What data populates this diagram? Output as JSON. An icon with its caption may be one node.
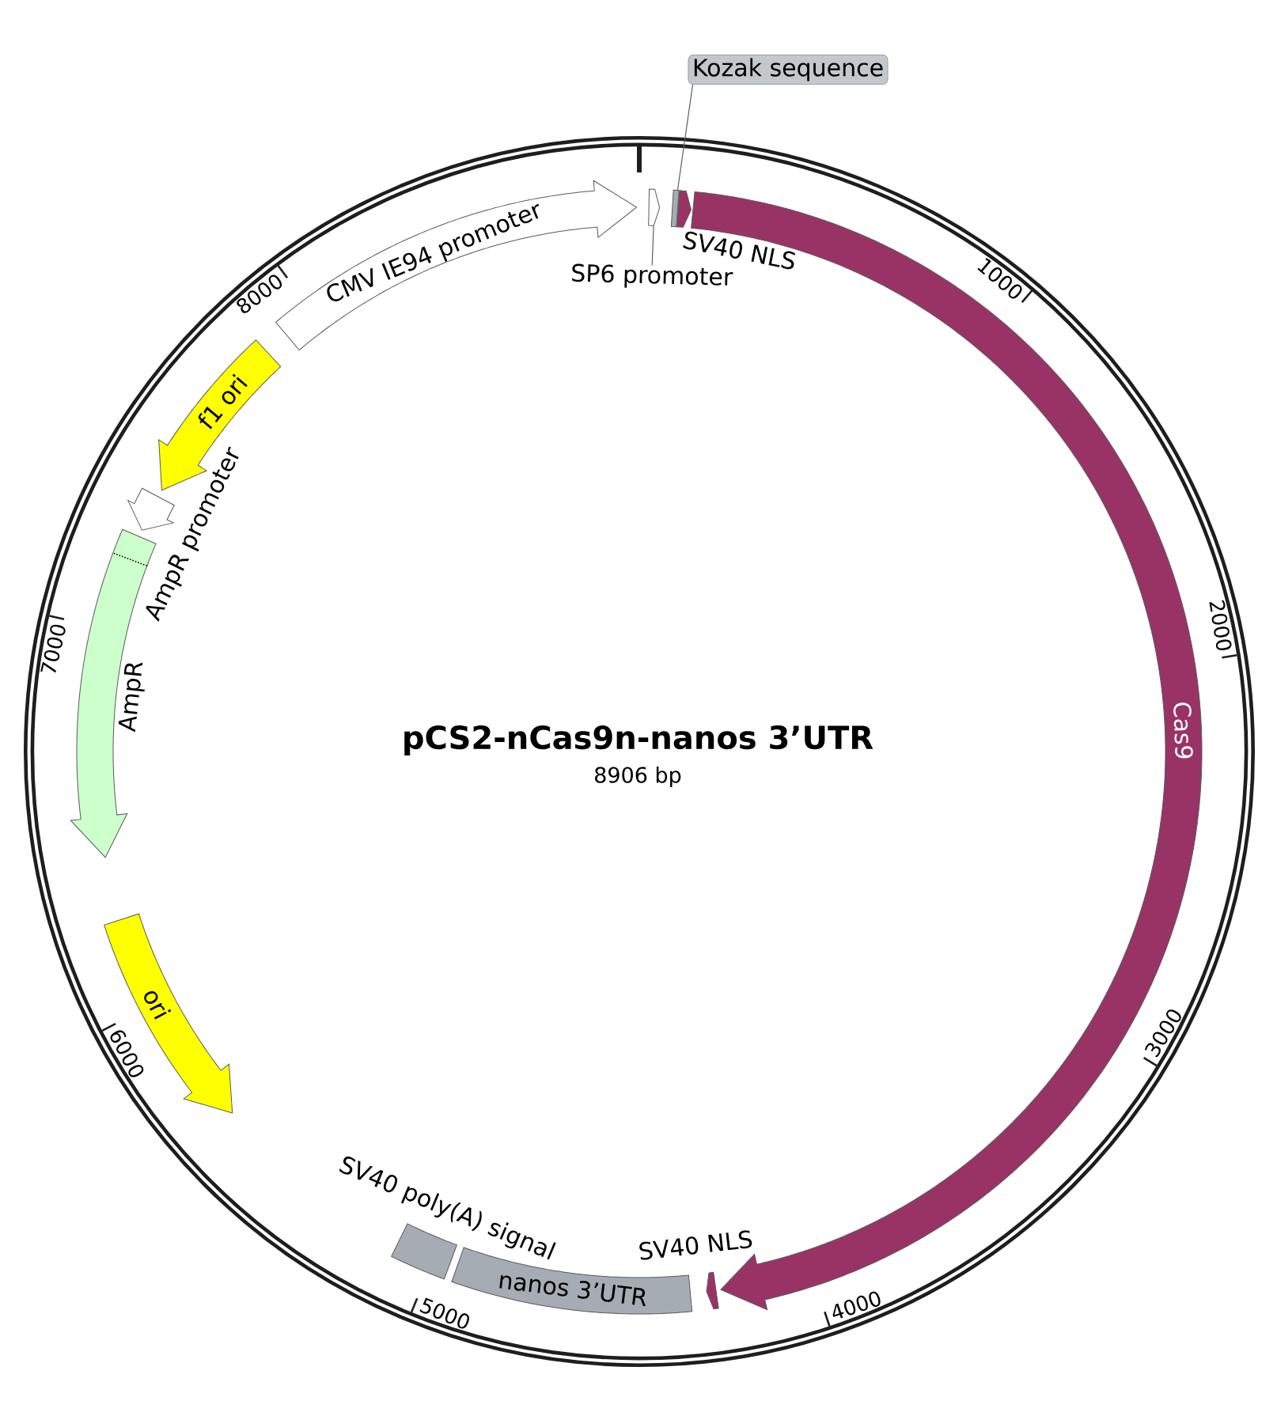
{
  "diagram": {
    "title": "pCS2-nCas9n-nanos 3’UTR",
    "nodes": [
      {
        "text": [
          "Kozak sequence"
        ]
      },
      {
        "text": [],
        "shape": "box"
      },
      {
        "text": [
          "CMV IE94 promoter"
        ]
      },
      {
        "text": [],
        "shape": "arrow"
      },
      {
        "text": [],
        "beside": [
          "SV40 NLS"
        ],
        "shape": "arrow"
      },
      {
        "text": [
          "SP6 promoter"
        ]
      },
      {
        "text": [
          "Cas9"
        ]
      },
      {
        "text": [
          "f1 ori"
        ]
      },
      {
        "text": [],
        "beside": [
          "AmpR promoter"
        ],
        "shape": "arrow"
      },
      {
        "text": [],
        "beside": [
          "AmpR"
        ],
        "shape": "arrow"
      },
      {
        "text": [
          "ori"
        ]
      },
      {
        "text": [],
        "beside": [
          "SV40 poly(A) signal"
        ],
        "shape": "box"
      },
      {
        "text": [
          "nanos 3’UTR"
        ]
      },
      {
        "text": [],
        "beside": [
          "SV40 NLS"
        ],
        "shape": "arrow"
      }
    ],
    "edges": [
      {
        "from": 0,
        "to": 1,
        "arrow": "none"
      },
      {
        "from": 5,
        "to": 3,
        "arrow": "none"
      }
    ],
    "labels": [
      "1000",
      "2000",
      "3000",
      "4000",
      "5000",
      "6000",
      "7000",
      "8000",
      "8906 bp"
    ]
  }
}
